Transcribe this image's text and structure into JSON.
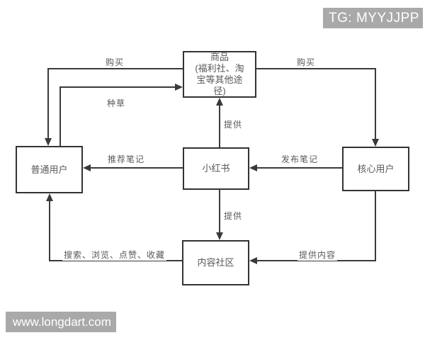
{
  "watermarks": {
    "telegram": "TG: MYYJJPP",
    "website": "www.longdart.com"
  },
  "colors": {
    "background": "#ffffff",
    "line": "#3a3a3a",
    "box_border": "#333333",
    "text": "#595959",
    "watermark_bg": "#a9a9a9",
    "watermark_text": "#ffffff"
  },
  "diagram": {
    "nodes": {
      "product": {
        "label": "商品\n(福利社、淘\n宝等其他途\n径)"
      },
      "ordinary_user": {
        "label": "普通用户"
      },
      "xiaohongshu": {
        "label": "小红书"
      },
      "core_user": {
        "label": "核心用户"
      },
      "content_community": {
        "label": "内容社区"
      }
    },
    "edges": {
      "buy_left": {
        "label": "购买",
        "from": "product",
        "to": "ordinary_user"
      },
      "seed": {
        "label": "种草",
        "from": "ordinary_user",
        "to": "product"
      },
      "buy_right": {
        "label": "购买",
        "from": "product",
        "to": "core_user"
      },
      "provide_up": {
        "label": "提供",
        "from": "xiaohongshu",
        "to": "product"
      },
      "recommend_notes": {
        "label": "推荐笔记",
        "from": "xiaohongshu",
        "to": "ordinary_user"
      },
      "publish_notes": {
        "label": "发布笔记",
        "from": "core_user",
        "to": "xiaohongshu"
      },
      "provide_down": {
        "label": "提供",
        "from": "xiaohongshu",
        "to": "content_community"
      },
      "user_actions": {
        "label": "搜索、浏览、点赞、收藏",
        "from": "content_community",
        "to": "ordinary_user"
      },
      "provide_content": {
        "label": "提供内容",
        "from": "core_user",
        "to": "content_community"
      }
    }
  }
}
